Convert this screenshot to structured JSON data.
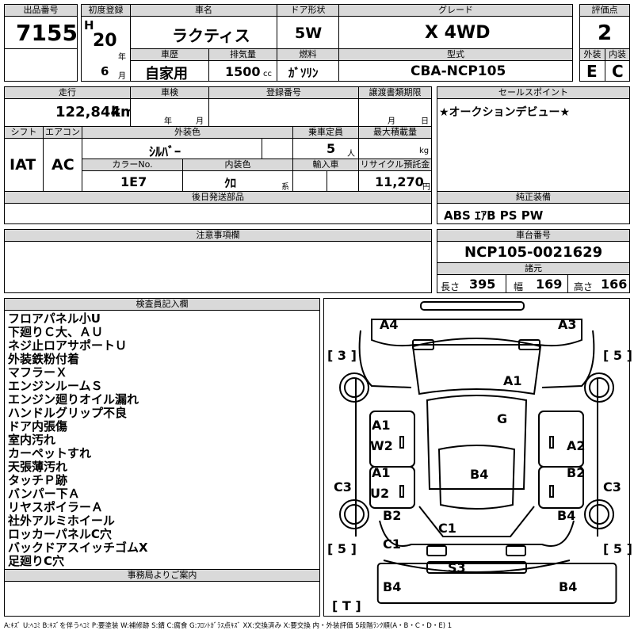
{
  "lot": {
    "header": "出品番号",
    "value": "7155"
  },
  "first_reg": {
    "header": "初度登録",
    "era": "H",
    "year": "20",
    "year_unit": "年",
    "month": "6",
    "month_unit": "月"
  },
  "car_name": {
    "header": "車名",
    "value": "ラクティス"
  },
  "door": {
    "header": "ドア形状",
    "value": "5W"
  },
  "grade": {
    "header": "グレード",
    "value": "X 4WD"
  },
  "rating": {
    "header": "評価点",
    "value": "2"
  },
  "history": {
    "header": "車歴",
    "value": "自家用"
  },
  "displacement": {
    "header": "排気量",
    "value": "1500",
    "unit": "cc"
  },
  "fuel": {
    "header": "燃料",
    "value": "ｶﾞｿﾘﾝ"
  },
  "model_code": {
    "header": "型式",
    "value": "CBA-NCP105"
  },
  "exterior": {
    "header": "外装",
    "value": "E"
  },
  "interior": {
    "header": "内装",
    "value": "C"
  },
  "mileage": {
    "header": "走行",
    "value": "122,844",
    "unit": "km"
  },
  "inspection": {
    "header": "車検",
    "year_unit": "年",
    "month_unit": "月"
  },
  "registration": {
    "header": "登録番号"
  },
  "transfer": {
    "header": "譲渡書類期限",
    "month_unit": "月",
    "day_unit": "日"
  },
  "sales_point": {
    "header": "セールスポイント",
    "value": "★オークションデビュー★"
  },
  "shift": {
    "header": "シフト",
    "value": "IAT"
  },
  "ac": {
    "header": "エアコン",
    "value": "AC"
  },
  "ext_color": {
    "header": "外装色",
    "value": "ｼﾙﾊﾞｰ"
  },
  "capacity": {
    "header": "乗車定員",
    "value": "5",
    "unit": "人"
  },
  "max_load": {
    "header": "最大積載量",
    "unit": "kg"
  },
  "color_no": {
    "header": "カラーNo.",
    "value": "1E7"
  },
  "int_color": {
    "header": "内装色",
    "value": "ｸﾛ",
    "unit": "系"
  },
  "import": {
    "header": "輸入車"
  },
  "recycle": {
    "header": "リサイクル預託金",
    "value": "11,270",
    "unit": "円"
  },
  "later_parts": {
    "header": "後日発送部品"
  },
  "equipment": {
    "header": "純正装備",
    "value": "ABS ｴｱB PS PW"
  },
  "caution": {
    "header": "注意事項欄"
  },
  "chassis": {
    "header": "車台番号",
    "value": "NCP105-0021629"
  },
  "specs": {
    "header": "諸元",
    "length_label": "長さ",
    "length": "395",
    "width_label": "幅",
    "width": "169",
    "height_label": "高さ",
    "height": "166"
  },
  "inspector": {
    "header": "検査員記入欄",
    "lines": [
      "フロアパネル小U",
      "下廻りＣ大、ＡＵ",
      "ネジ止ロアサポートＵ",
      "外装鉄粉付着",
      "マフラーＸ",
      "エンジンルームＳ",
      "エンジン廻りオイル漏れ",
      "ハンドルグリップ不良",
      "ドア内張傷",
      "室内汚れ",
      "カーペットすれ",
      "天張薄汚れ",
      "タッチＰ跡",
      "バンパー下Ａ",
      "リヤスポイラーＡ",
      "社外アルミホイール",
      "ロッカーパネルC穴",
      "バックドアスイッチゴムX",
      "足廻りC穴"
    ]
  },
  "office": {
    "header": "事務局よりご案内"
  },
  "diagram": {
    "tire_labels": [
      "[ 3 ]",
      "[ 5 ]",
      "[ 5 ]",
      "[ 5 ]",
      "[ T ]"
    ],
    "marks": [
      "A4",
      "A3",
      "A1",
      "G",
      "A1",
      "W2",
      "A2",
      "A1",
      "U2",
      "B4",
      "B2",
      "C3",
      "C3",
      "B2",
      "B4",
      "C1",
      "C1",
      "S3",
      "B4",
      "B4"
    ]
  },
  "legend": "A:ｷｽﾞ U:ﾍｺﾐ B:ｷｽﾞを伴うﾍｺﾐ P:要塗装 W:補修跡 S:錆 C:腐食 G:ﾌﾛﾝﾄｶﾞﾗｽ点ｷｽﾞ XX:交換済み X:要交換 内・外装評価 5段階ﾗﾝｸ順(A・B・C・D・E) 1"
}
